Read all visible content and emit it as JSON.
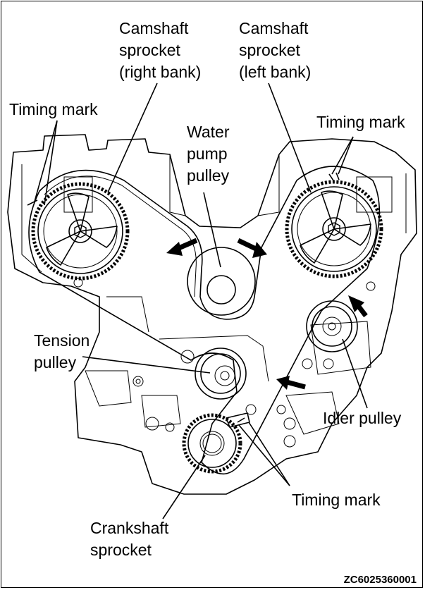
{
  "labels": {
    "cam_right": [
      "Camshaft",
      "sprocket",
      "(right bank)"
    ],
    "cam_left": [
      "Camshaft",
      "sprocket",
      "(left bank)"
    ],
    "water_pump": [
      "Water",
      "pump",
      "pulley"
    ],
    "timing_mark_top_left": "Timing mark",
    "timing_mark_top_right": "Timing mark",
    "tension_pulley": [
      "Tension",
      "pulley"
    ],
    "idler_pulley": "Idler pulley",
    "timing_mark_bottom": "Timing mark",
    "crankshaft": [
      "Crankshaft",
      "sprocket"
    ]
  },
  "figure_code": "ZC6025360001"
}
